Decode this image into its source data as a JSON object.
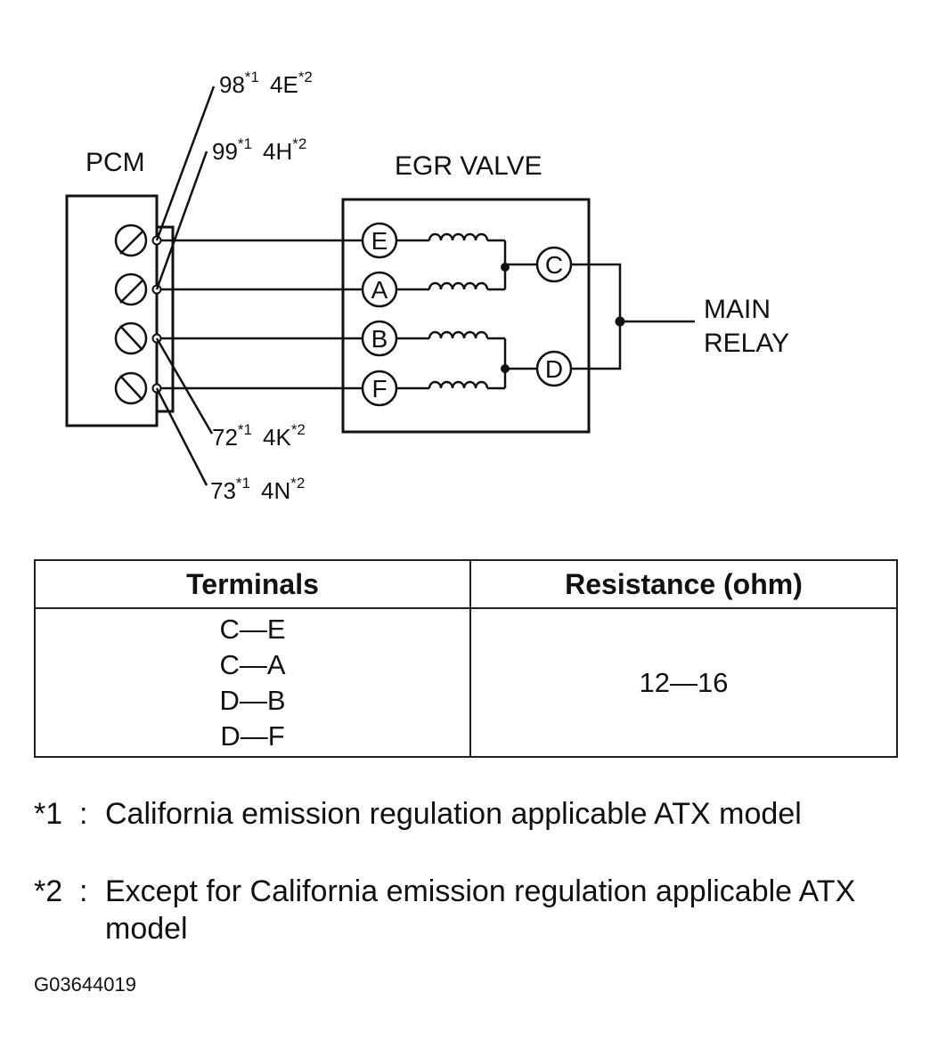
{
  "diagram": {
    "pcm_label": "PCM",
    "egr_label": "EGR VALVE",
    "main_relay": [
      "MAIN",
      "RELAY"
    ],
    "pcm_pins": [
      {
        "n1": "98",
        "s1": "*1",
        "n2": "4E",
        "s2": "*2"
      },
      {
        "n1": "99",
        "s1": "*1",
        "n2": "4H",
        "s2": "*2"
      },
      {
        "n1": "72",
        "s1": "*1",
        "n2": "4K",
        "s2": "*2"
      },
      {
        "n1": "73",
        "s1": "*1",
        "n2": "4N",
        "s2": "*2"
      }
    ],
    "egr_terminals": [
      "E",
      "A",
      "B",
      "F",
      "C",
      "D"
    ]
  },
  "table": {
    "headers": [
      "Terminals",
      "Resistance (ohm)"
    ],
    "terminal_pairs": [
      "C—E",
      "C—A",
      "D—B",
      "D—F"
    ],
    "resistance": "12—16"
  },
  "notes": [
    {
      "marker": "*1",
      "sep": ":",
      "text": "California emission regulation applicable ATX model"
    },
    {
      "marker": "*2",
      "sep": ":",
      "text": "Except for California emission regulation applicable ATX model"
    }
  ],
  "figure_code": "G03644019"
}
